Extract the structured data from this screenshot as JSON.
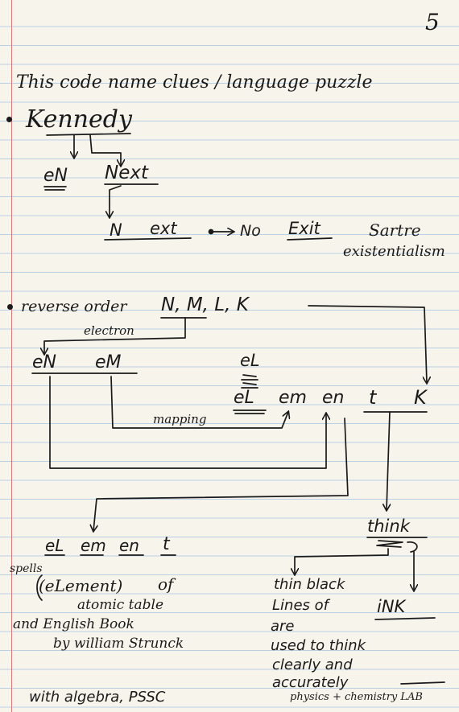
{
  "page_number": "5",
  "heading": "This code name clues / language puzzle",
  "section1": {
    "name": "Kennedy",
    "part1": "eN",
    "part2": "Next",
    "split1": "N",
    "split2": "ext",
    "result": "No",
    "result2": "Exit",
    "author": "Sartre",
    "note": "existentialism"
  },
  "section2": {
    "intro": "reverse order",
    "letters": "N, M, L, K",
    "electron_label": "electron",
    "en": "eN",
    "em": "eM",
    "el_top": "eL",
    "el": "eL",
    "em2": "em",
    "en2": "en",
    "t": "t",
    "k": "K",
    "mapping": "mapping",
    "think": "think",
    "element_parts": [
      "eL",
      "em",
      "en",
      "t"
    ],
    "spells": "spells",
    "element_word": "(eLement)",
    "of": "of",
    "atomic": "atomic table",
    "english_book": "and English Book",
    "by_author": "by william Strunck",
    "thin_lines": [
      "thin black",
      "Lines of",
      "are",
      "used to think",
      "clearly and",
      "accurately"
    ],
    "ink": "iNK"
  },
  "footer": {
    "text": "with algebra, PSSC",
    "subjects": "physics + chemistry LAB"
  },
  "ink_color": "#1a1a1a"
}
